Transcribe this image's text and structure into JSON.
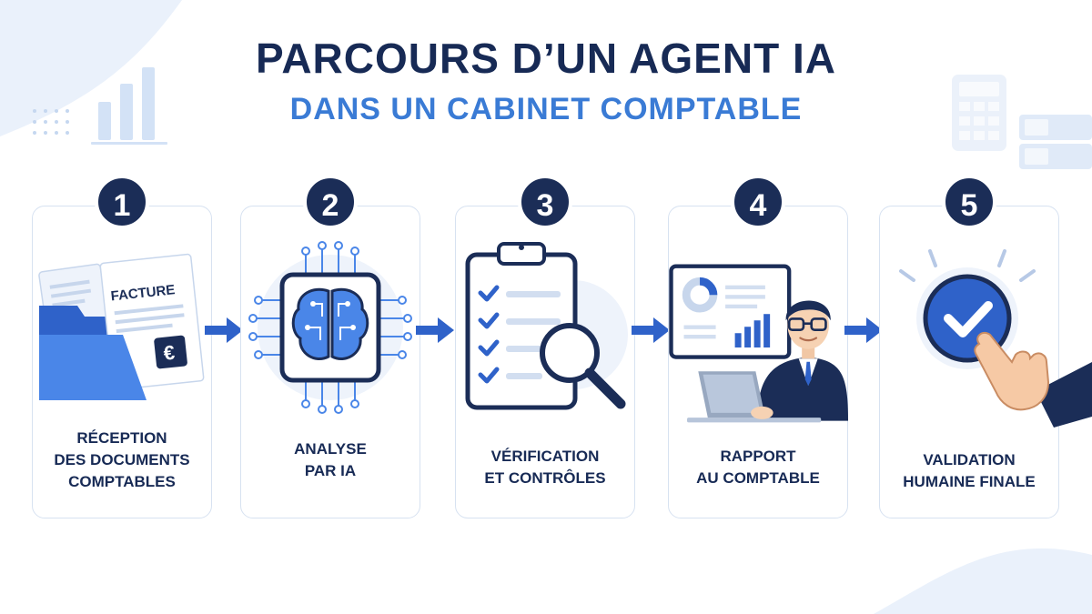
{
  "title": "PARCOURS D’UN AGENT IA",
  "subtitle": "DANS UN CABINET COMPTABLE",
  "colors": {
    "navy": "#1b2d57",
    "blue": "#3a7bd5",
    "light": "#e8f0fb"
  },
  "steps": [
    {
      "number": "1",
      "icon": "folder-invoice-icon",
      "line1": "RÉCEPTION",
      "line2": "DES DOCUMENTS",
      "line3": "COMPTABLES",
      "doc_title": "FACTURE",
      "doc_currency": "€"
    },
    {
      "number": "2",
      "icon": "ai-brain-chip-icon",
      "line1": "ANALYSE",
      "line2": "PAR IA"
    },
    {
      "number": "3",
      "icon": "clipboard-checklist-magnifier-icon",
      "line1": "VÉRIFICATION",
      "line2": "ET CONTRÔLES"
    },
    {
      "number": "4",
      "icon": "accountant-report-icon",
      "line1": "RAPPORT",
      "line2": "AU COMPTABLE"
    },
    {
      "number": "5",
      "icon": "validation-check-icon",
      "line1": "VALIDATION",
      "line2": "HUMAINE FINALE"
    }
  ]
}
